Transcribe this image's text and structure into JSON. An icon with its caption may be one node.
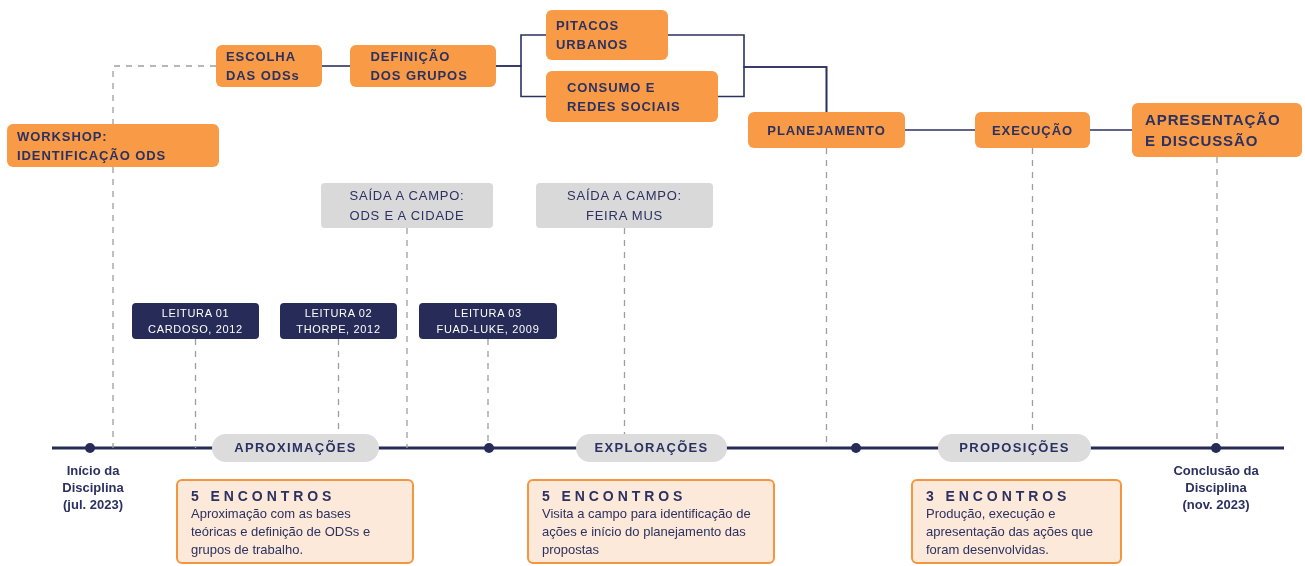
{
  "diagram": {
    "nodes": [
      {
        "text": [
          "ESCOLHA DAS ODSs"
        ]
      },
      {
        "text": [
          "DEFINIÇÃO DOS GRUPOS"
        ]
      },
      {
        "text": [
          "PITACOS URBANOS"
        ]
      },
      {
        "text": [
          "CONSUMO E REDES SOCIAIS"
        ]
      },
      {
        "text": [
          "PLANEJAMENTO"
        ]
      },
      {
        "text": [
          "EXECUÇÃO"
        ]
      },
      {
        "text": [
          "APRESENTAÇÃO E DISCUSSÃO"
        ]
      },
      {
        "text": [
          "WORKSHOP: IDENTIFICAÇÃO ODS"
        ]
      },
      {
        "text": [
          "SAÍDA A CAMPO: ODS E A CIDADE"
        ]
      },
      {
        "text": [
          "SAÍDA A CAMPO: FEIRA MUS"
        ]
      },
      {
        "text": [
          "LEITURA 01 CARDOSO, 2012"
        ]
      },
      {
        "text": [
          "LEITURA 02 THORPE, 2012"
        ]
      },
      {
        "text": [
          "LEITURA 03 FUAD-LUKE, 2009"
        ]
      },
      {
        "text": [
          "APROXIMAÇÕES"
        ]
      },
      {
        "text": [
          "EXPLORAÇÕES"
        ]
      },
      {
        "text": [
          "PROPOSIÇÕES"
        ]
      },
      {
        "text": [
          "5 ENCONTROS",
          "Aproximação com as bases teóricas e definição de ODSs e grupos de trabalho."
        ]
      },
      {
        "text": [
          "5 ENCONTROS",
          "Visita a campo para identificação de ações e início do planejamento das propostas"
        ]
      },
      {
        "text": [
          "3 ENCONTROS",
          "Produção, execução e apresentação das ações que foram desenvolvidas."
        ]
      },
      {
        "text": [],
        "shape": "circle"
      },
      {
        "text": [],
        "shape": "circle"
      },
      {
        "text": [],
        "shape": "circle"
      },
      {
        "text": [],
        "shape": "circle"
      }
    ],
    "edges": [
      {
        "from": 0,
        "to": 1,
        "arrow": "none",
        "color": "#2b3160"
      },
      {
        "from": 1,
        "to": 2,
        "arrow": "none",
        "color": "#2b3160"
      },
      {
        "from": 1,
        "to": 3,
        "arrow": "none",
        "color": "#2b3160"
      },
      {
        "from": 2,
        "to": 4,
        "arrow": "none",
        "color": "#2b3160"
      },
      {
        "from": 3,
        "to": 4,
        "arrow": "none",
        "color": "#2b3160"
      },
      {
        "from": 4,
        "to": 5,
        "arrow": "none",
        "color": "#2b3160"
      },
      {
        "from": 5,
        "to": 6,
        "arrow": "none",
        "color": "#2b3160"
      },
      {
        "from": 0,
        "to": 7,
        "arrow": "none",
        "style": "dashed"
      },
      {
        "from": 7,
        "to": null,
        "arrow": "none",
        "style": "dashed"
      },
      {
        "from": 8,
        "to": null,
        "arrow": "none",
        "style": "dashed"
      },
      {
        "from": 9,
        "to": 14,
        "arrow": "none",
        "style": "dashed"
      },
      {
        "from": 10,
        "to": null,
        "arrow": "none",
        "style": "dashed"
      },
      {
        "from": 11,
        "to": 13,
        "arrow": "none",
        "style": "dashed"
      },
      {
        "from": 12,
        "to": 20,
        "arrow": "none",
        "style": "dashed"
      },
      {
        "from": 4,
        "to": null,
        "arrow": "none",
        "style": "dashed"
      },
      {
        "from": 5,
        "to": 15,
        "arrow": "none",
        "style": "dashed"
      },
      {
        "from": 6,
        "to": 22,
        "arrow": "none",
        "style": "dashed"
      }
    ],
    "labels": [
      "Início da Disciplina (jul. 2023)",
      "Conclusão da Disciplina (nov. 2023)"
    ]
  }
}
